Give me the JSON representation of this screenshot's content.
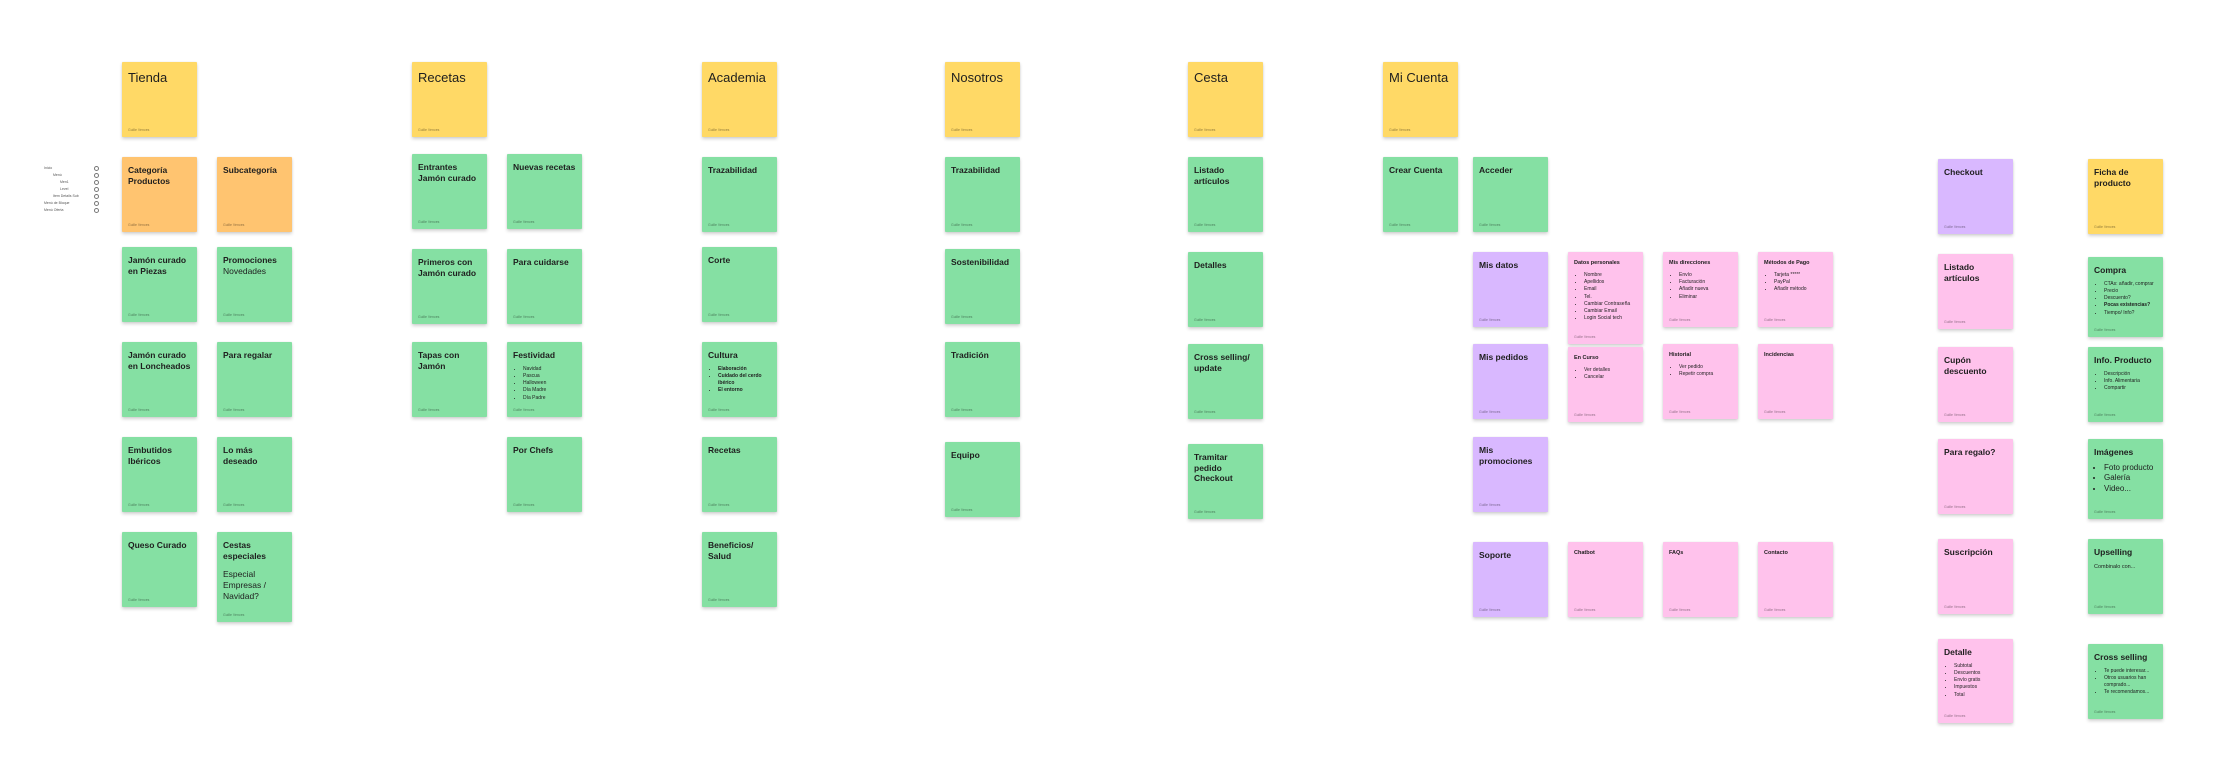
{
  "board": {
    "author_label": "Guille Vences",
    "mini_list": [
      {
        "label": "Inicio",
        "indent": 0
      },
      {
        "label": "Menú",
        "indent": 1
      },
      {
        "label": "Men1",
        "indent": 2
      },
      {
        "label": "Level",
        "indent": 2
      },
      {
        "label": "Item Details Sub",
        "indent": 1
      },
      {
        "label": "Menú de Bloque",
        "indent": 0
      },
      {
        "label": "Menú Oferta",
        "indent": 0
      }
    ],
    "columns": [
      {
        "header": "Tienda",
        "notes": [
          {
            "title": "Categoría Productos",
            "color": "orange"
          },
          {
            "title": "Subcategoría",
            "color": "orange"
          },
          {
            "title": "Jamón curado en Piezas",
            "color": "green"
          },
          {
            "title": "Promociones",
            "body": "Novedades",
            "color": "green"
          },
          {
            "title": "Jamón curado en Loncheados",
            "color": "green"
          },
          {
            "title": "Para regalar",
            "color": "green"
          },
          {
            "title": "Embutidos Ibéricos",
            "color": "green"
          },
          {
            "title": "Lo más deseado",
            "color": "green"
          },
          {
            "title": "Queso Curado",
            "color": "green"
          },
          {
            "title": "Cestas especiales",
            "body": "Especial Empresas / Navidad?",
            "color": "green"
          }
        ]
      },
      {
        "header": "Recetas",
        "notes": [
          {
            "title": "Entrantes Jamón curado",
            "color": "green"
          },
          {
            "title": "Nuevas recetas",
            "color": "green"
          },
          {
            "title": "Primeros con Jamón curado",
            "color": "green"
          },
          {
            "title": "Para cuidarse",
            "color": "green"
          },
          {
            "title": "Tapas con Jamón",
            "color": "green"
          },
          {
            "title": "Festividad",
            "color": "green",
            "items": [
              "Navidad",
              "Pascua",
              "Halloween",
              "Día Madre",
              "Día Padre"
            ]
          },
          {
            "title": "Por Chefs",
            "color": "green"
          }
        ]
      },
      {
        "header": "Academia",
        "notes": [
          {
            "title": "Trazabilidad",
            "color": "green"
          },
          {
            "title": "Corte",
            "color": "green"
          },
          {
            "title": "Cultura",
            "color": "green",
            "items": [
              "Elaboración",
              "Cuidado del cerdo ibérico",
              "El entorno"
            ]
          },
          {
            "title": "Recetas",
            "color": "green"
          },
          {
            "title": "Beneficios/ Salud",
            "color": "green"
          }
        ]
      },
      {
        "header": "Nosotros",
        "notes": [
          {
            "title": "Trazabilidad",
            "color": "green"
          },
          {
            "title": "Sostenibilidad",
            "color": "green"
          },
          {
            "title": "Tradición",
            "color": "green"
          },
          {
            "title": "Equipo",
            "color": "green"
          }
        ]
      },
      {
        "header": "Cesta",
        "notes": [
          {
            "title": "Listado artículos",
            "color": "green"
          },
          {
            "title": "Detalles",
            "color": "green"
          },
          {
            "title": "Cross selling/ update",
            "color": "green"
          },
          {
            "title": "Tramitar pedido Checkout",
            "color": "green"
          }
        ]
      },
      {
        "header": "Mi Cuenta",
        "notes": [
          {
            "title": "Crear Cuenta",
            "color": "green"
          },
          {
            "title": "Acceder",
            "color": "green"
          },
          {
            "title": "Mis datos",
            "color": "purple"
          },
          {
            "title": "Datos personales",
            "color": "pink",
            "items": [
              "Nombre",
              "Apellidos",
              "Email",
              "Tel.",
              "Cambiar Contraseña",
              "Cambiar Email",
              "Login Social tech"
            ]
          },
          {
            "title": "Mis direcciones",
            "color": "pink",
            "items": [
              "Envío",
              "Facturación",
              "Añadir nueva",
              "Eliminar"
            ]
          },
          {
            "title": "Métodos de Pago",
            "color": "pink",
            "items": [
              "Tarjeta *****",
              "PayPal",
              "Añadir método"
            ]
          },
          {
            "title": "Mis pedidos",
            "color": "purple"
          },
          {
            "title": "En Curso",
            "color": "pink",
            "items": [
              "Ver detalles",
              "Cancelar"
            ]
          },
          {
            "title": "Historial",
            "color": "pink",
            "items": [
              "Ver pedido",
              "Repetir compra"
            ]
          },
          {
            "title": "Incidencias",
            "color": "pink"
          },
          {
            "title": "Mis promociones",
            "color": "purple"
          },
          {
            "title": "Soporte",
            "color": "purple"
          },
          {
            "title": "Chatbot",
            "color": "pink"
          },
          {
            "title": "FAQs",
            "color": "pink"
          },
          {
            "title": "Contacto",
            "color": "pink"
          }
        ]
      },
      {
        "header": "",
        "notes": [
          {
            "title": "Checkout",
            "color": "purple"
          },
          {
            "title": "Listado artículos",
            "color": "pink"
          },
          {
            "title": "Cupón descuento",
            "color": "pink"
          },
          {
            "title": "Para regalo?",
            "color": "pink"
          },
          {
            "title": "Suscripción",
            "color": "pink"
          },
          {
            "title": "Detalle",
            "color": "pink",
            "items": [
              "Subtotal",
              "Descuentos",
              "Envío gratis",
              "Impuestos",
              "Total"
            ]
          }
        ]
      },
      {
        "header": "",
        "notes": [
          {
            "title": "Ficha de producto",
            "color": "yellow"
          },
          {
            "title": "Compra",
            "color": "green",
            "items": [
              "CTAs: añadir, comprar",
              "Precio",
              "Descuento?",
              "Pocas existencias?",
              "Tiempo/ Info?"
            ]
          },
          {
            "title": "Info. Producto",
            "color": "green",
            "items": [
              "Descripción",
              "Info. Alimentaria",
              "Compartir"
            ]
          },
          {
            "title": "Imágenes",
            "color": "green",
            "items": [
              "Foto producto",
              "Galería",
              "Video..."
            ]
          },
          {
            "title": "Upselling",
            "body": "Combinalo con...",
            "color": "green"
          },
          {
            "title": "Cross selling",
            "color": "green",
            "items": [
              "Te puede interesar...",
              "Otros usuarios han comprado...",
              "Te recomendamos..."
            ]
          }
        ]
      }
    ]
  }
}
